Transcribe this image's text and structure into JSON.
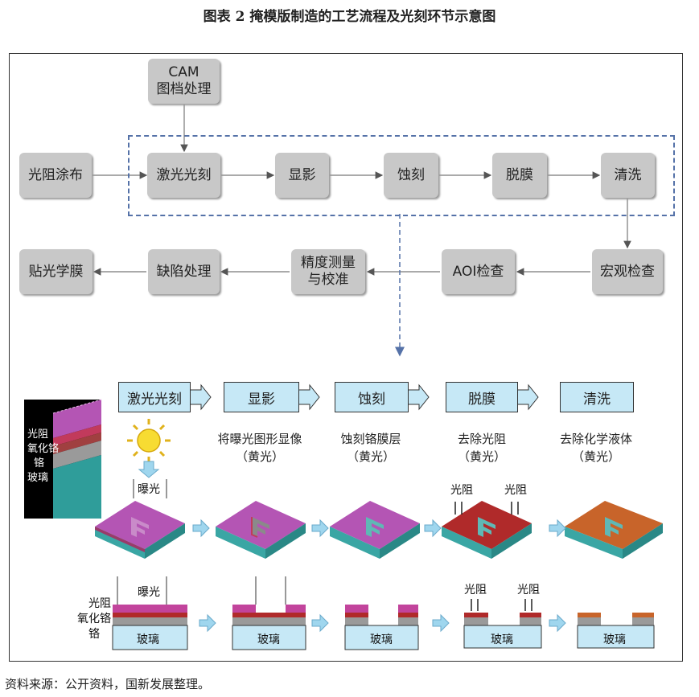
{
  "title": "图表 2  掩模版制造的工艺流程及光刻环节示意图",
  "flow": {
    "cam": [
      "CAM",
      "图档处理"
    ],
    "coat": "光阻涂布",
    "laser": "激光光刻",
    "develop": "显影",
    "etch": "蚀刻",
    "strip": "脱膜",
    "clean": "清洗",
    "macro": "宏观检查",
    "aoi": "AOI检查",
    "measure": [
      "精度测量",
      "与校准"
    ],
    "defect": "缺陷处理",
    "pellicle": "贴光学膜"
  },
  "steps": [
    {
      "label": "激光光刻",
      "caption": [
        "",
        ""
      ]
    },
    {
      "label": "显影",
      "caption": [
        "将曝光图形显像",
        "（黄光）"
      ]
    },
    {
      "label": "蚀刻",
      "caption": [
        "蚀刻铬膜层",
        "（黄光）"
      ]
    },
    {
      "label": "脱膜",
      "caption": [
        "去除光阻",
        "（黄光）"
      ]
    },
    {
      "label": "清洗",
      "caption": [
        "去除化学液体",
        "（黄光）"
      ]
    }
  ],
  "layers": {
    "photoresist": "光阻",
    "chrome_oxide": "氧化铬",
    "chrome": "铬",
    "glass": "玻璃",
    "expose": "曝光",
    "resist_label": "光阻"
  },
  "legend_lines": [
    "光阻",
    "氧化铬",
    "铬",
    "玻璃"
  ],
  "source": "资料来源：公开资料，国新发展整理。",
  "colors": {
    "box_gray": "#c8c8c8",
    "step_blue": "#c6e8f6",
    "resist_purple": "#b455b4",
    "resist_red": "#b02a2a",
    "clean_orange": "#c8642a",
    "glass_teal": "#3aa6a4",
    "dash_blue": "#5572a8"
  }
}
